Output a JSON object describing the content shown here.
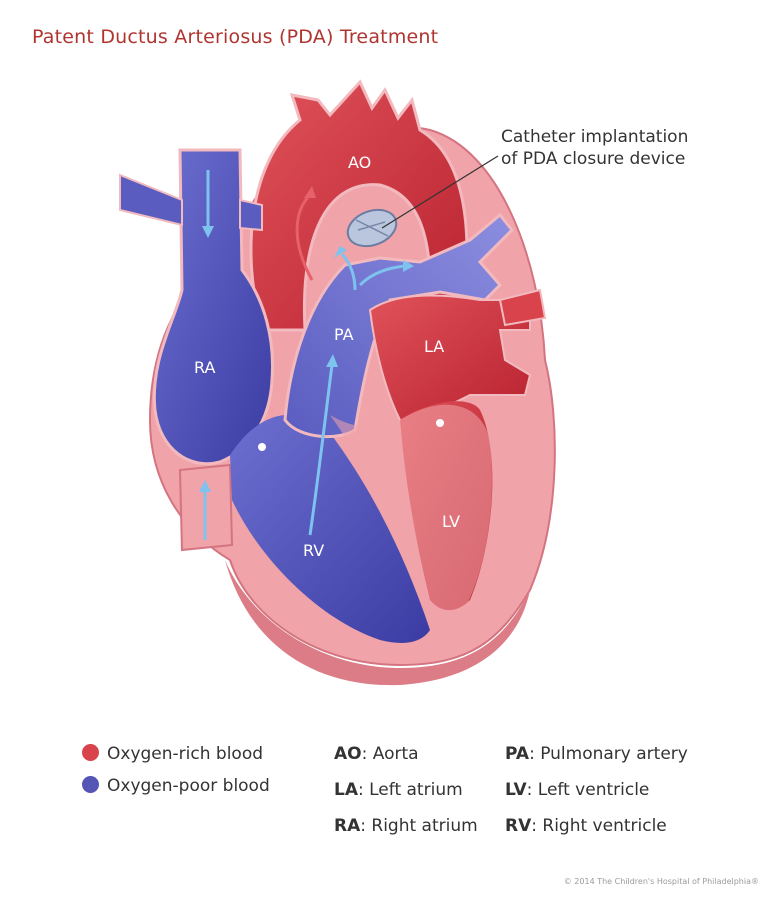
{
  "title": "Patent Ductus Arteriosus (PDA) Treatment",
  "callout": [
    "Catheter implantation",
    "of PDA closure device"
  ],
  "labels": {
    "ao": "AO",
    "pa": "PA",
    "la": "LA",
    "ra": "RA",
    "rv": "RV",
    "lv": "LV"
  },
  "legend": {
    "colors": [
      {
        "label": "Oxygen-rich blood",
        "color": "#d9434c"
      },
      {
        "label": "Oxygen-poor blood",
        "color": "#5455b5"
      }
    ],
    "abbreviations": [
      {
        "abbr": "AO",
        "text": ": Aorta"
      },
      {
        "abbr": "LA",
        "text": ": Left atrium"
      },
      {
        "abbr": "RA",
        "text": ": Right atrium"
      },
      {
        "abbr": "PA",
        "text": ": Pulmonary artery"
      },
      {
        "abbr": "LV",
        "text": ": Left ventricle"
      },
      {
        "abbr": "RV",
        "text": ": Right ventricle"
      }
    ]
  },
  "copyright": "© 2014 The Children's Hospital of Philadelphia®"
}
